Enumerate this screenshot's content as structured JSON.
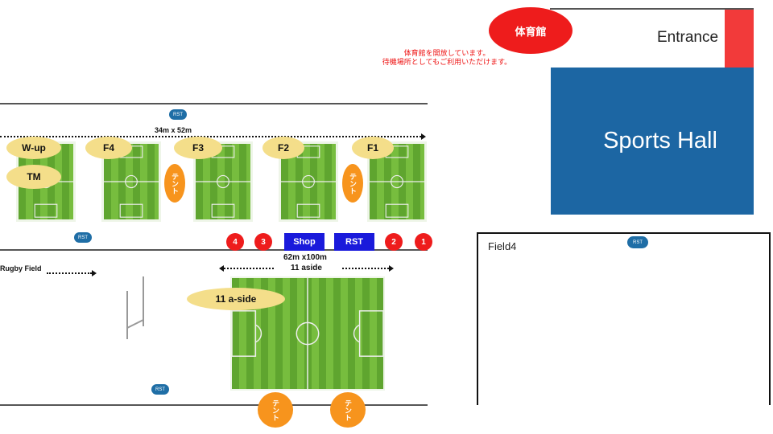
{
  "gym_badge": "体育館",
  "gym_notice": [
    "体育館を開放しています。",
    "待機場所としてもご利用いただけます。"
  ],
  "entrance_label": "Entrance",
  "sports_hall_label": "Sports Hall",
  "field4_label": "Field4",
  "rst_label": "RST",
  "dimension_small": "34m x 52m",
  "dimension_large": "62m x100m",
  "eleven_aside_text": "11 aside",
  "eleven_aside_pill": "11 a-side",
  "rugby_field_label": "Rugby Field",
  "pitch_pills": {
    "wup": "W-up",
    "tm": "TM",
    "f4": "F4",
    "f3": "F3",
    "f2": "F2",
    "f1": "F1"
  },
  "tent_label": "テント",
  "numbers": [
    "4",
    "3",
    "2",
    "1"
  ],
  "shop_label": "Shop",
  "rst_box_label": "RST",
  "colors": {
    "pitch_dark": "#5fa52f",
    "pitch_light": "#77bd3e",
    "sports_hall": "#1c66a3",
    "entrance_red": "#f23a3a",
    "tent": "#f7941d",
    "marker_red": "#ee1c1c",
    "box_blue": "#1a1adb",
    "pill": "#f4de8a"
  }
}
